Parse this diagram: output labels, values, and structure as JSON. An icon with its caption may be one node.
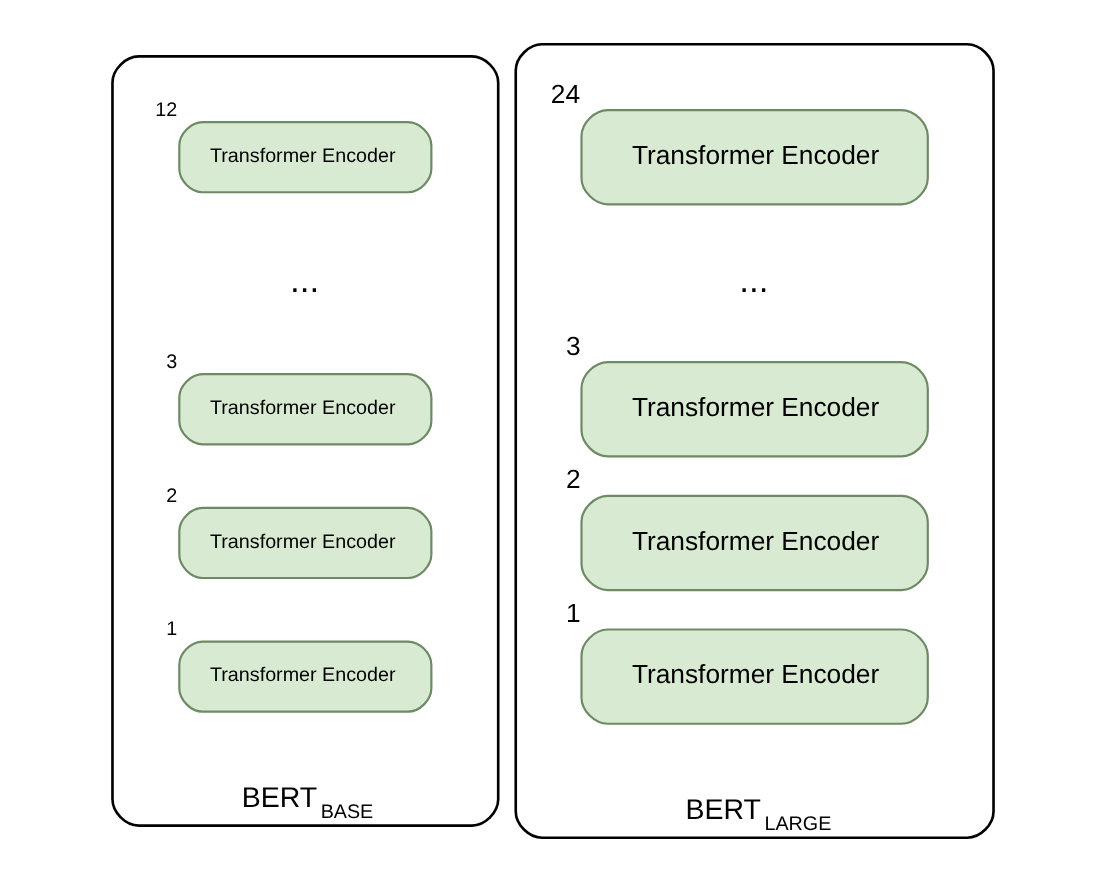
{
  "diagram": {
    "nodes": [
      {
        "text": [
          "BERT$_{BASE}$"
        ]
      },
      {
        "text": [
          "Transformer Encoder"
        ],
        "in": 0,
        "beside": [
          "12"
        ]
      },
      {
        "text": [
          "Transformer Encoder"
        ],
        "in": 0,
        "beside": [
          "3"
        ]
      },
      {
        "text": [
          "Transformer Encoder"
        ],
        "in": 0,
        "beside": [
          "2"
        ]
      },
      {
        "text": [
          "Transformer Encoder"
        ],
        "in": 0,
        "beside": [
          "1"
        ]
      },
      {
        "text": [
          "BERT$_{LARGE}$"
        ]
      },
      {
        "text": [
          "Transformer Encoder"
        ],
        "in": 5,
        "beside": [
          "24"
        ]
      },
      {
        "text": [
          "Transformer Encoder"
        ],
        "in": 5,
        "beside": [
          "3"
        ]
      },
      {
        "text": [
          "Transformer Encoder"
        ],
        "in": 5,
        "beside": [
          "2"
        ]
      },
      {
        "text": [
          "Transformer Encoder"
        ],
        "in": 5,
        "beside": [
          "1"
        ]
      }
    ],
    "edges": [],
    "labels": [
      "...",
      "..."
    ]
  }
}
